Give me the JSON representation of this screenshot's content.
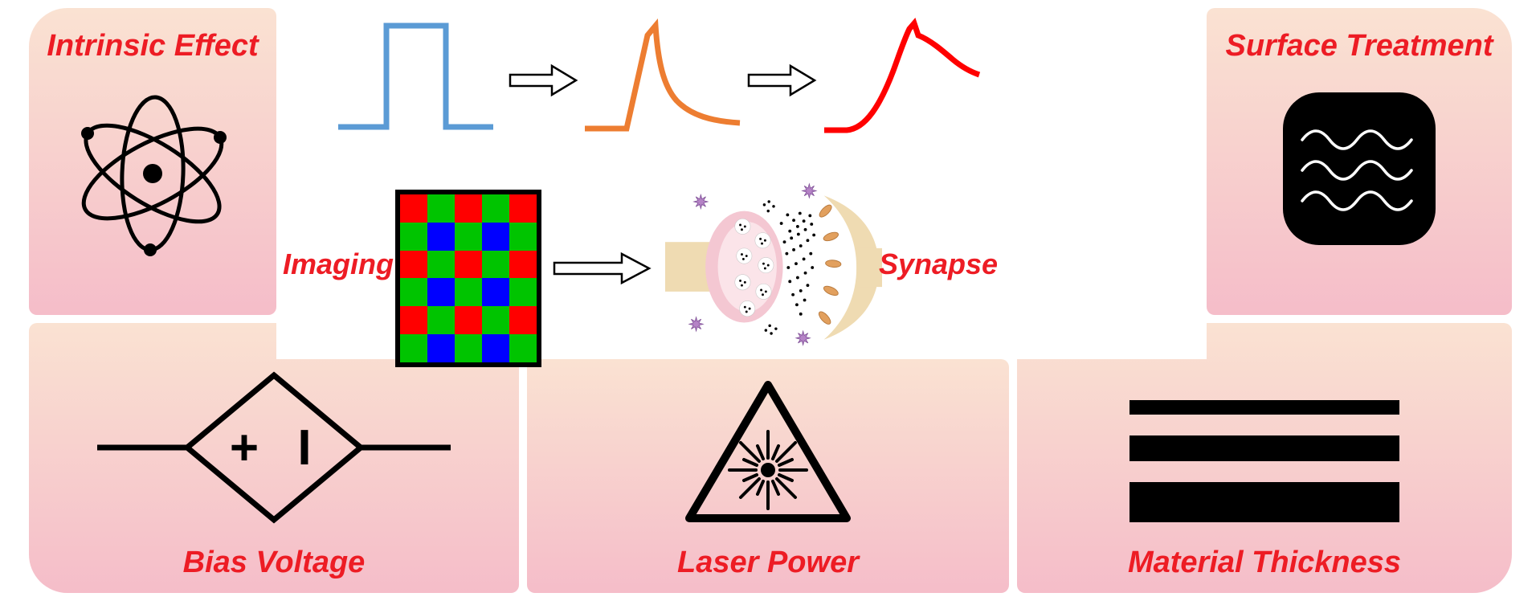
{
  "colors": {
    "panel_top": "#FAE2D2",
    "panel_bottom": "#F5BDC9",
    "label_red": "#ED1C24",
    "pulse_blue": "#5B9BD5",
    "pulse_orange": "#ED7D31",
    "pulse_red": "#FF0000",
    "bayer_red": "#FF0000",
    "bayer_green": "#00C400",
    "bayer_blue": "#0000FF",
    "syn_tan": "#EFDBB2",
    "syn_pink": "#F4C7D2",
    "syn_pink_light": "#FBE4E9",
    "syn_receptor": "#E2A05E",
    "syn_virus": "#B583C6",
    "icon_black": "#000000"
  },
  "panels": {
    "intrinsic_effect": {
      "label": "Intrinsic Effect",
      "icon": "atom-icon"
    },
    "surface_treatment": {
      "label": "Surface Treatment",
      "icon": "textured-surface-icon"
    },
    "bias_voltage": {
      "label": "Bias Voltage",
      "icon": "diamond-voltage-source-icon",
      "plus_symbol": "+",
      "bar_symbol": "I"
    },
    "laser_power": {
      "label": "Laser Power",
      "icon": "laser-hazard-icon"
    },
    "material_thickness": {
      "label": "Material Thickness",
      "icon": "stacked-layers-icon"
    }
  },
  "center": {
    "imaging_label": "Imaging",
    "synapse_label": "Synapse",
    "pulse_sequence": [
      "square-input-pulse",
      "intermediate-response-pulse",
      "synaptic-response-pulse"
    ],
    "arrow_icon": "right-arrow-icon"
  },
  "bayer_grid": {
    "icon": "bayer-filter-icon",
    "rows": [
      [
        "R",
        "G",
        "R",
        "G",
        "R"
      ],
      [
        "G",
        "B",
        "G",
        "B",
        "G"
      ],
      [
        "R",
        "G",
        "R",
        "G",
        "R"
      ],
      [
        "G",
        "B",
        "G",
        "B",
        "G"
      ],
      [
        "R",
        "G",
        "R",
        "G",
        "R"
      ],
      [
        "G",
        "B",
        "G",
        "B",
        "G"
      ]
    ]
  }
}
